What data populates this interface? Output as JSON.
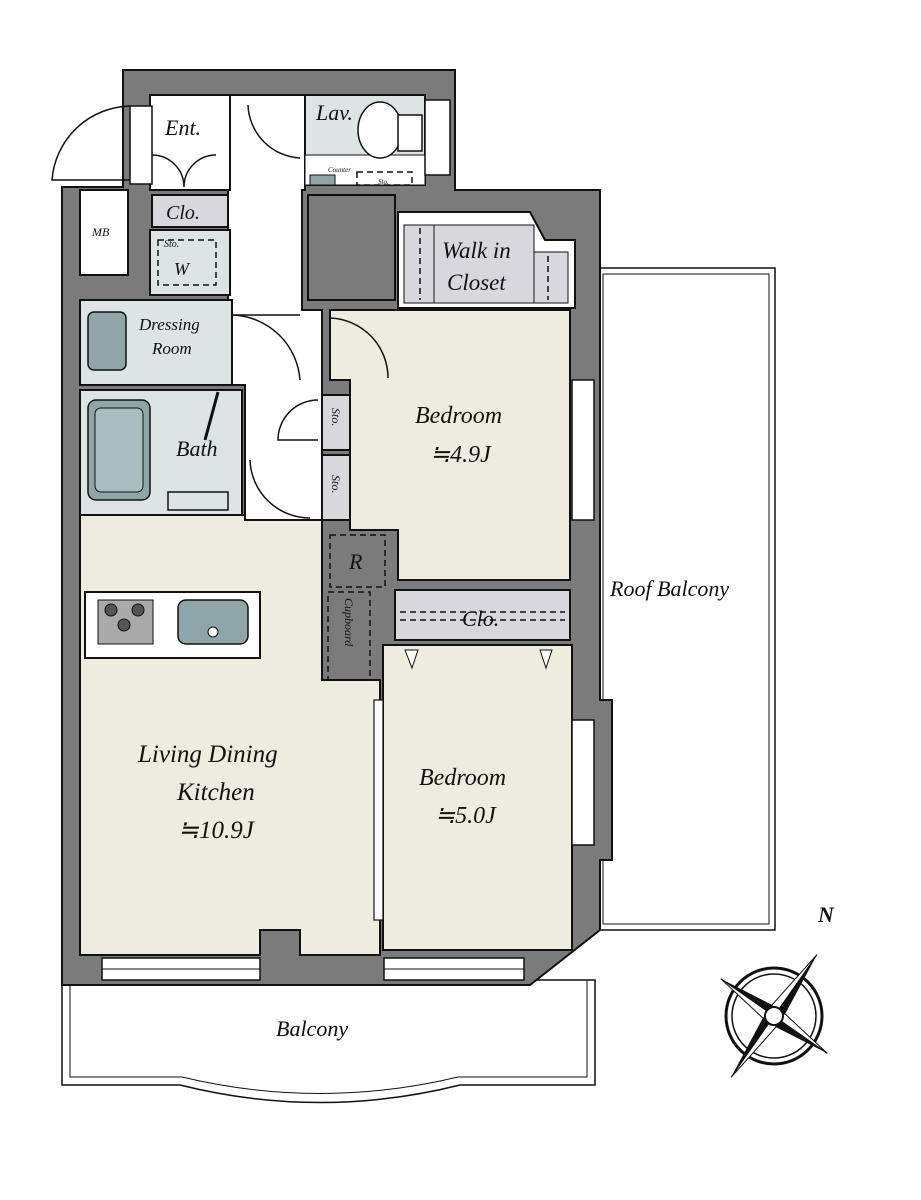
{
  "plan": {
    "rooms": {
      "entrance": "Ent.",
      "lavatory": "Lav.",
      "counter": "Counter",
      "lav_storage": "Sto.",
      "meter_box": "MB",
      "entry_closet": "Clo.",
      "washer_storage": "Sto.",
      "washer": "W",
      "dressing_line1": "Dressing",
      "dressing_line2": "Room",
      "bath": "Bath",
      "walk_in_line1": "Walk in",
      "walk_in_line2": "Closet",
      "bedroom1_name": "Bedroom",
      "bedroom1_size": "≒4.9J",
      "storage1": "Sto.",
      "storage2": "Sto.",
      "refrigerator": "R",
      "cupboard": "Cupboard",
      "bedroom_closet": "Clo.",
      "bedroom2_name": "Bedroom",
      "bedroom2_size": "≒5.0J",
      "ldk_line1": "Living Dining",
      "ldk_line2": "Kitchen",
      "ldk_size": "≒10.9J",
      "roof_balcony": "Roof Balcony",
      "balcony": "Balcony"
    },
    "compass": {
      "north_label": "N"
    },
    "colors": {
      "wall": "#7b7b7b",
      "living": "#eeebdf",
      "wet": "#dde5e4",
      "storage": "#d9d7de",
      "fixture": "#8fa5a8"
    }
  }
}
